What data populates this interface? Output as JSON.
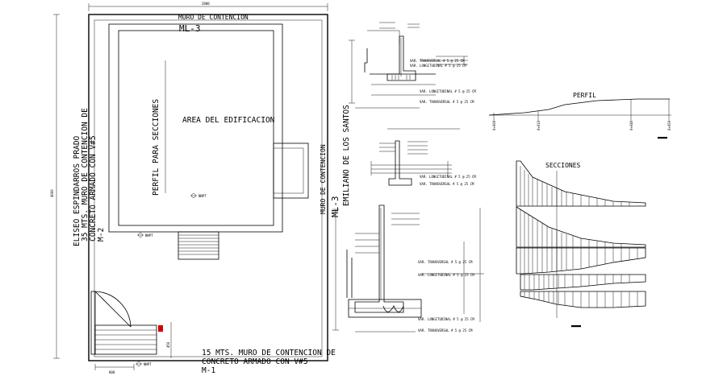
{
  "plan": {
    "dim_top": "2800",
    "dim_left": "4000",
    "dim_bottom": "800",
    "dim_gate": "450",
    "wall_top": "MURO DE CONTENCION",
    "ml3_top": "ML-3",
    "perfil_secciones": "PERFIL PARA SECCIONES",
    "area_edificacion": "AREA DEL EDIFICACION",
    "neighbor_left": "ELISEO ESPINDARROS PRADO",
    "wall_left_1": "35 MTS. MURO DE CONTENCION DE",
    "wall_left_2": "CONCRETO ARMADO CON V#5",
    "wall_left_3": "M-2",
    "neighbor_right": "EMILIANO DE LOS SANTOS",
    "wall_right": "MURO DE CONTENCION",
    "ml3_right": "ML-3",
    "wall_bottom_1": "15 MTS. MURO DE CONTENCION DE",
    "wall_bottom_2": "CONCRETO ARMADO CON V#5",
    "wall_bottom_3": "M-1",
    "npt_1": "NNPT",
    "npt_2": "NNPT",
    "npt_3": "NNPT"
  },
  "details": {
    "d1_labels": [
      "VAR. TRANSVERSAL # 5 @ 25 CM",
      "VAR. LONGITUDINAL # 5 @ 25 CM",
      "VAR. LONGITUDINAL # 5 @ 25 CM",
      "VAR. TRANSVERSAL # 5 @ 25 CM"
    ],
    "d2_labels": [
      "VAR. LONGITUDINAL # 5 @ 25 CM",
      "VAR. TRANSVERSAL # 5 @ 25 CM"
    ],
    "d3_labels": [
      "VAR. TRANSVERSAL # 5 @ 25 CM",
      "VAR. LONGITUDINAL # 5 @ 25 CM",
      "VAR. LONGITUDINAL # 5 @ 25 CM",
      "VAR. TRANSVERSAL # 5 @ 25 CM"
    ]
  },
  "profile": {
    "title": "PERFIL",
    "stations": [
      "0+000",
      "0+010",
      "0+040",
      "0+050"
    ]
  },
  "sections": {
    "title": "SECCIONES"
  }
}
